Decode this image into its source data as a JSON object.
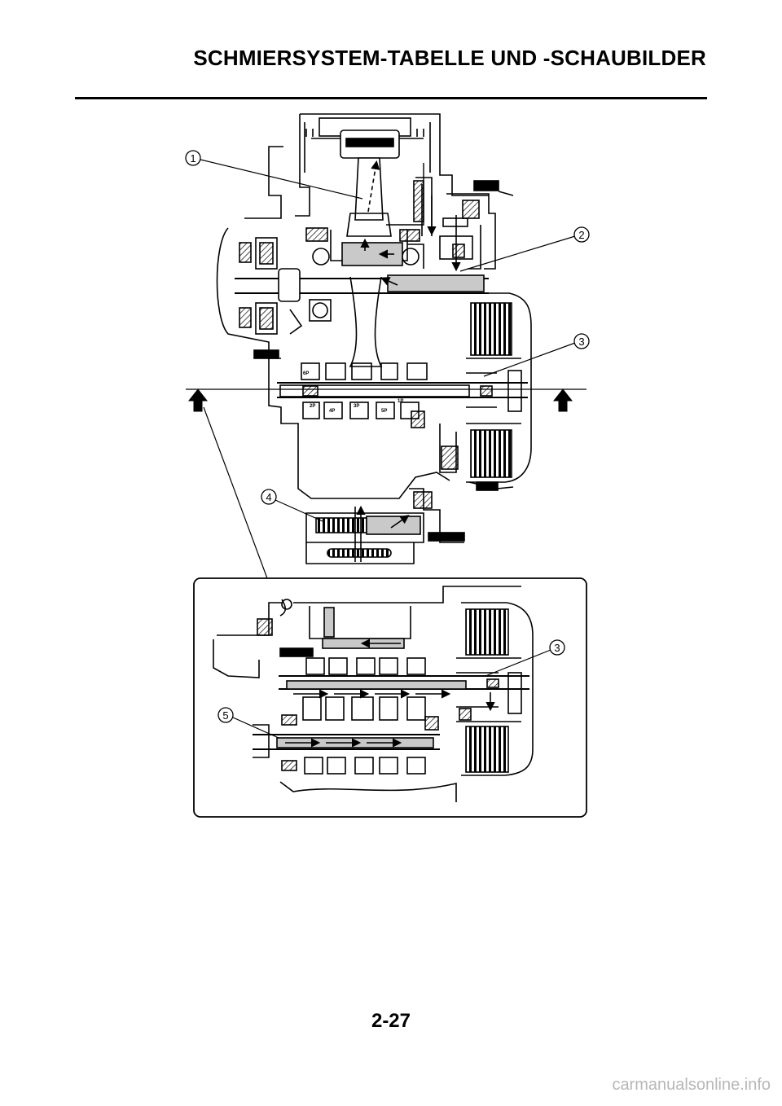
{
  "header": {
    "title": "SCHMIERSYSTEM-TABELLE UND -SCHAUBILDER"
  },
  "callouts": {
    "c1": "1",
    "c2": "2",
    "c3": "3",
    "c4": "4",
    "c5": "5",
    "c3b": "3"
  },
  "gear_marks": {
    "g2p": "2P",
    "g4p": "4P",
    "g3p": "3P",
    "g5p": "5P",
    "g1p": "1P",
    "g6p": "6P"
  },
  "page": {
    "number": "2-27"
  },
  "watermark": {
    "text": "carmanualsonline.info"
  }
}
